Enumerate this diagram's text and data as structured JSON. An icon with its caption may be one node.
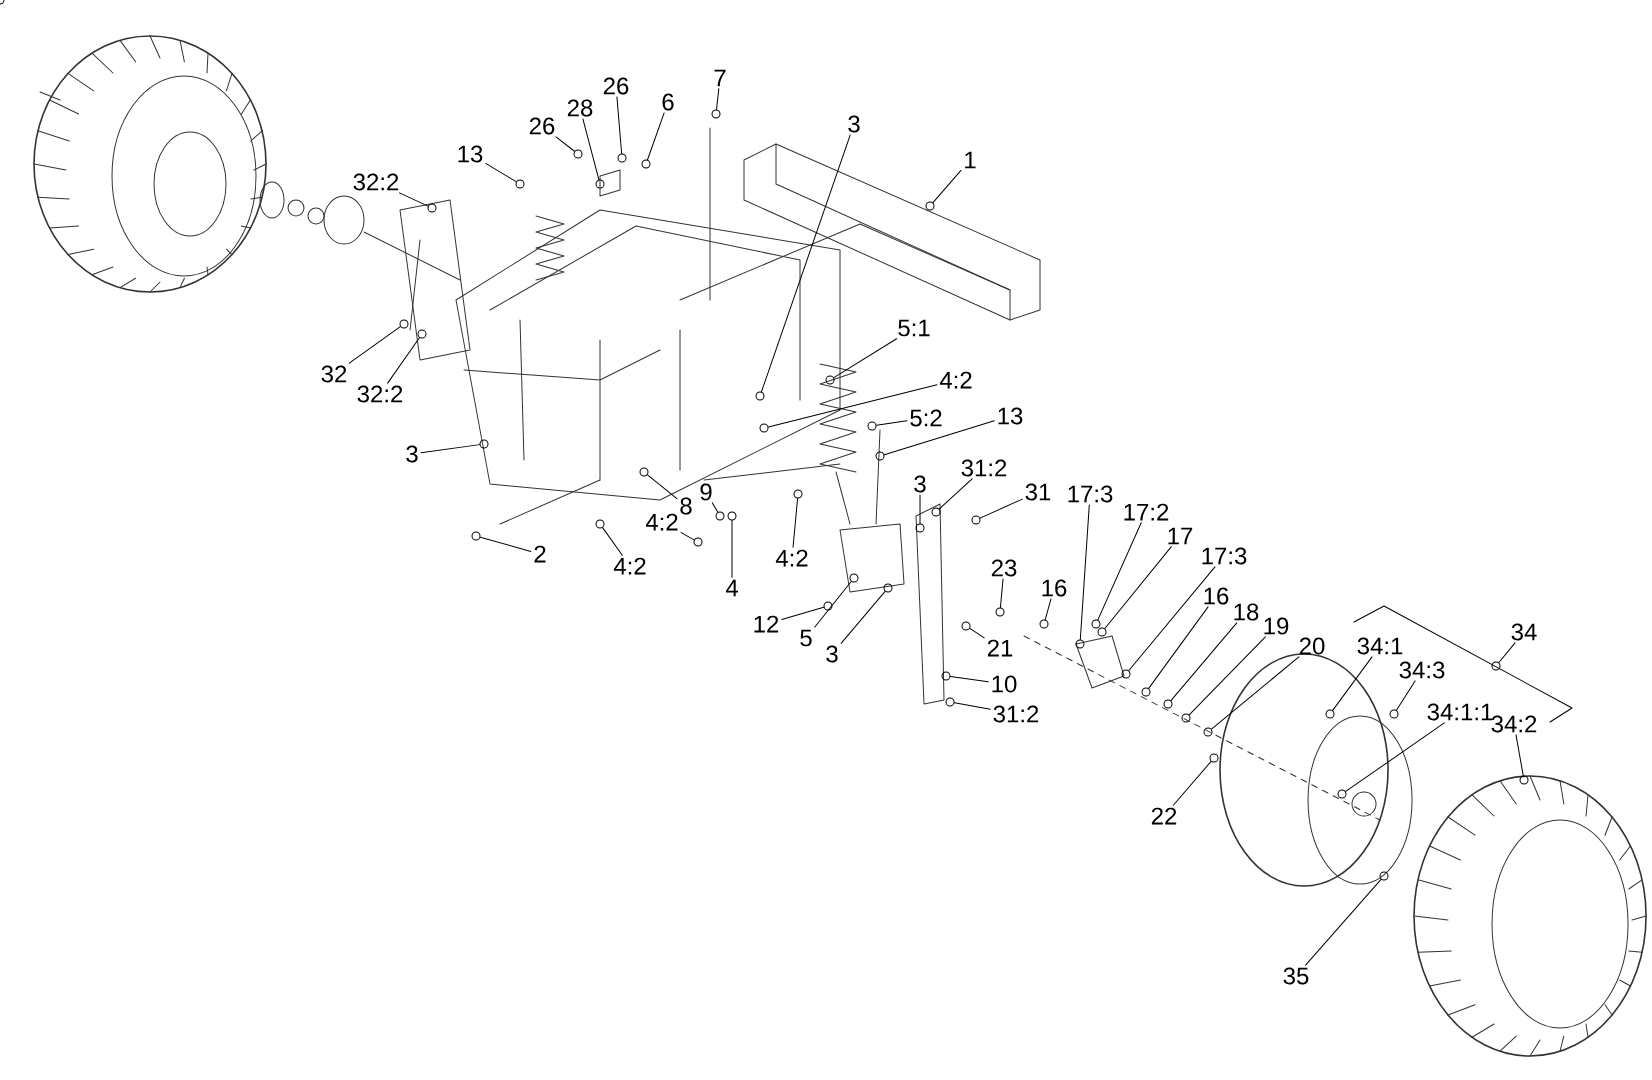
{
  "diagram": {
    "nodes": [
      {
        "text": [
          "7"
        ]
      },
      {
        "text": [
          "26"
        ]
      },
      {
        "text": [
          "6"
        ]
      },
      {
        "text": [
          "28"
        ]
      },
      {
        "text": [
          "3"
        ]
      },
      {
        "text": [
          "26"
        ]
      },
      {
        "text": [
          "1"
        ]
      },
      {
        "text": [
          "13"
        ]
      },
      {
        "text": [
          "32:2"
        ]
      },
      {
        "text": [
          "5:1"
        ]
      },
      {
        "text": [
          "4:2"
        ]
      },
      {
        "text": [
          "5:2"
        ]
      },
      {
        "text": [
          "13"
        ]
      },
      {
        "text": [
          "32"
        ]
      },
      {
        "text": [
          "32:2"
        ]
      },
      {
        "text": [
          "3"
        ]
      },
      {
        "text": [
          "3"
        ]
      },
      {
        "text": [
          "31:2"
        ]
      },
      {
        "text": [
          "9"
        ]
      },
      {
        "text": [
          "31"
        ]
      },
      {
        "text": [
          "8"
        ]
      },
      {
        "text": [
          "17:2"
        ]
      },
      {
        "text": [
          "4:2"
        ]
      },
      {
        "text": [
          "17:3"
        ]
      },
      {
        "text": [
          "17"
        ]
      },
      {
        "text": [
          "2"
        ]
      },
      {
        "text": [
          "17:3"
        ]
      },
      {
        "text": [
          "4:2"
        ]
      },
      {
        "text": [
          "4:2"
        ]
      },
      {
        "text": [
          "12"
        ]
      },
      {
        "text": [
          "23"
        ]
      },
      {
        "text": [
          "16"
        ]
      },
      {
        "text": [
          "4"
        ]
      },
      {
        "text": [
          "16"
        ]
      },
      {
        "text": [
          "18"
        ]
      },
      {
        "text": [
          "19"
        ]
      },
      {
        "text": [
          "5"
        ]
      },
      {
        "text": [
          "34:1"
        ]
      },
      {
        "text": [
          "34"
        ]
      },
      {
        "text": [
          "3"
        ]
      },
      {
        "text": [
          "20"
        ]
      },
      {
        "text": [
          "21"
        ]
      },
      {
        "text": [
          "34:3"
        ]
      },
      {
        "text": [
          "10"
        ]
      },
      {
        "text": [
          "34:1:1"
        ]
      },
      {
        "text": [
          "31:2"
        ]
      },
      {
        "text": [
          "34:2"
        ]
      },
      {
        "text": [
          "22"
        ]
      },
      {
        "text": [
          "35"
        ]
      },
      {
        "text": [],
        "shape": "circle"
      },
      {
        "text": [],
        "shape": "circle"
      },
      {
        "text": [],
        "shape": "circle"
      },
      {
        "text": [],
        "shape": "circle"
      },
      {
        "text": [],
        "shape": "circle"
      },
      {
        "text": [],
        "shape": "circle"
      },
      {
        "text": [],
        "shape": "circle"
      },
      {
        "text": [],
        "shape": "circle"
      },
      {
        "text": [],
        "shape": "circle"
      },
      {
        "text": [],
        "shape": "circle"
      },
      {
        "text": [],
        "shape": "circle"
      },
      {
        "text": [],
        "shape": "circle"
      },
      {
        "text": [],
        "shape": "circle"
      },
      {
        "text": [],
        "shape": "circle"
      },
      {
        "text": [],
        "shape": "circle"
      },
      {
        "text": [],
        "shape": "circle"
      },
      {
        "text": [],
        "shape": "circle"
      },
      {
        "text": [],
        "shape": "circle"
      },
      {
        "text": [],
        "shape": "circle"
      },
      {
        "text": [],
        "shape": "circle"
      },
      {
        "text": [],
        "shape": "circle"
      },
      {
        "text": [],
        "shape": "circle"
      },
      {
        "text": [],
        "shape": "circle"
      },
      {
        "text": [],
        "shape": "circle"
      },
      {
        "text": [],
        "shape": "circle"
      },
      {
        "text": [],
        "shape": "circle"
      },
      {
        "text": [],
        "shape": "circle"
      },
      {
        "text": [],
        "shape": "circle"
      },
      {
        "text": [],
        "shape": "circle"
      },
      {
        "text": [],
        "shape": "circle"
      },
      {
        "text": [],
        "shape": "circle"
      },
      {
        "text": [],
        "shape": "circle"
      },
      {
        "text": [],
        "shape": "circle"
      },
      {
        "text": [],
        "shape": "circle"
      },
      {
        "text": [],
        "shape": "circle"
      },
      {
        "text": [],
        "shape": "circle"
      },
      {
        "text": [],
        "shape": "circle"
      },
      {
        "text": [],
        "shape": "circle"
      },
      {
        "text": [],
        "shape": "circle"
      },
      {
        "text": [],
        "shape": "circle"
      },
      {
        "text": [],
        "shape": "circle"
      },
      {
        "text": [],
        "shape": "circle"
      },
      {
        "text": [],
        "shape": "circle"
      },
      {
        "text": [],
        "shape": "circle"
      },
      {
        "text": [],
        "shape": "circle"
      },
      {
        "text": [],
        "shape": "circle"
      },
      {
        "text": [],
        "shape": "circle"
      },
      {
        "text": [],
        "shape": "circle"
      },
      {
        "text": [],
        "shape": "circle"
      },
      {
        "text": [],
        "shape": "circle"
      }
    ],
    "edges": [
      {
        "from": 0,
        "to": 49,
        "arrow": "none"
      },
      {
        "from": 1,
        "to": 50,
        "arrow": "none"
      },
      {
        "from": 2,
        "to": 51,
        "arrow": "none"
      },
      {
        "from": 3,
        "to": 52,
        "arrow": "none"
      },
      {
        "from": 4,
        "to": 53,
        "arrow": "none"
      },
      {
        "from": 5,
        "to": 54,
        "arrow": "none"
      },
      {
        "from": 6,
        "to": 55,
        "arrow": "none"
      },
      {
        "from": 7,
        "to": 56,
        "arrow": "none"
      },
      {
        "from": 8,
        "to": 57,
        "arrow": "none"
      },
      {
        "from": 9,
        "to": 58,
        "arrow": "none"
      },
      {
        "from": 10,
        "to": 59,
        "arrow": "none"
      },
      {
        "from": 11,
        "to": 60,
        "arrow": "none"
      },
      {
        "from": 12,
        "to": 61,
        "arrow": "none"
      },
      {
        "from": 13,
        "to": 62,
        "arrow": "none"
      },
      {
        "from": 14,
        "to": 63,
        "arrow": "none"
      },
      {
        "from": 15,
        "to": 64,
        "arrow": "none"
      },
      {
        "from": 16,
        "to": 65,
        "arrow": "none"
      },
      {
        "from": 17,
        "to": 66,
        "arrow": "none"
      },
      {
        "from": 18,
        "to": 67,
        "arrow": "none"
      },
      {
        "from": 19,
        "to": 68,
        "arrow": "none"
      },
      {
        "from": 20,
        "to": 69,
        "arrow": "none"
      },
      {
        "from": 21,
        "to": 70,
        "arrow": "none"
      },
      {
        "from": 22,
        "to": 71,
        "arrow": "none"
      },
      {
        "from": 23,
        "to": 72,
        "arrow": "none"
      },
      {
        "from": 24,
        "to": 73,
        "arrow": "none"
      },
      {
        "from": 25,
        "to": 74,
        "arrow": "none"
      },
      {
        "from": 26,
        "to": 75,
        "arrow": "none"
      },
      {
        "from": 27,
        "to": 76,
        "arrow": "none"
      },
      {
        "from": 28,
        "to": 77,
        "arrow": "none"
      },
      {
        "from": 29,
        "to": 78,
        "arrow": "none"
      },
      {
        "from": 30,
        "to": 79,
        "arrow": "none"
      },
      {
        "from": 31,
        "to": 80,
        "arrow": "none"
      },
      {
        "from": 32,
        "to": 81,
        "arrow": "none"
      },
      {
        "from": 33,
        "to": 82,
        "arrow": "none"
      },
      {
        "from": 34,
        "to": 83,
        "arrow": "none"
      },
      {
        "from": 35,
        "to": 84,
        "arrow": "none"
      },
      {
        "from": 36,
        "to": 85,
        "arrow": "none"
      },
      {
        "from": 37,
        "to": 86,
        "arrow": "none"
      },
      {
        "from": 38,
        "to": 87,
        "arrow": "none"
      },
      {
        "from": 39,
        "to": 88,
        "arrow": "none"
      },
      {
        "from": 40,
        "to": 89,
        "arrow": "none"
      },
      {
        "from": 41,
        "to": 90,
        "arrow": "none"
      },
      {
        "from": 42,
        "to": 91,
        "arrow": "none"
      },
      {
        "from": 43,
        "to": 92,
        "arrow": "none"
      },
      {
        "from": 44,
        "to": 93,
        "arrow": "none"
      },
      {
        "from": 45,
        "to": 94,
        "arrow": "none"
      },
      {
        "from": 46,
        "to": 95,
        "arrow": "none"
      },
      {
        "from": 47,
        "to": 96,
        "arrow": "none"
      },
      {
        "from": 48,
        "to": 97,
        "arrow": "none"
      }
    ]
  }
}
